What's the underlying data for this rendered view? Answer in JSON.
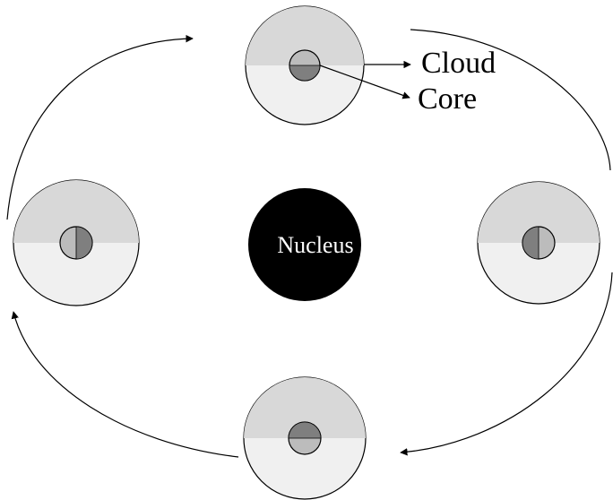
{
  "labels": {
    "nucleus": "Nucleus",
    "cloud": "Cloud",
    "core": "Core"
  },
  "colors": {
    "background": "#ffffff",
    "stroke": "#000000",
    "nucleus": "#000000",
    "cloud_dark": "#d8d8d8",
    "cloud_light": "#f0f0f0",
    "core_light": "#bcbcbc",
    "core_dark": "#7f7f7f"
  }
}
